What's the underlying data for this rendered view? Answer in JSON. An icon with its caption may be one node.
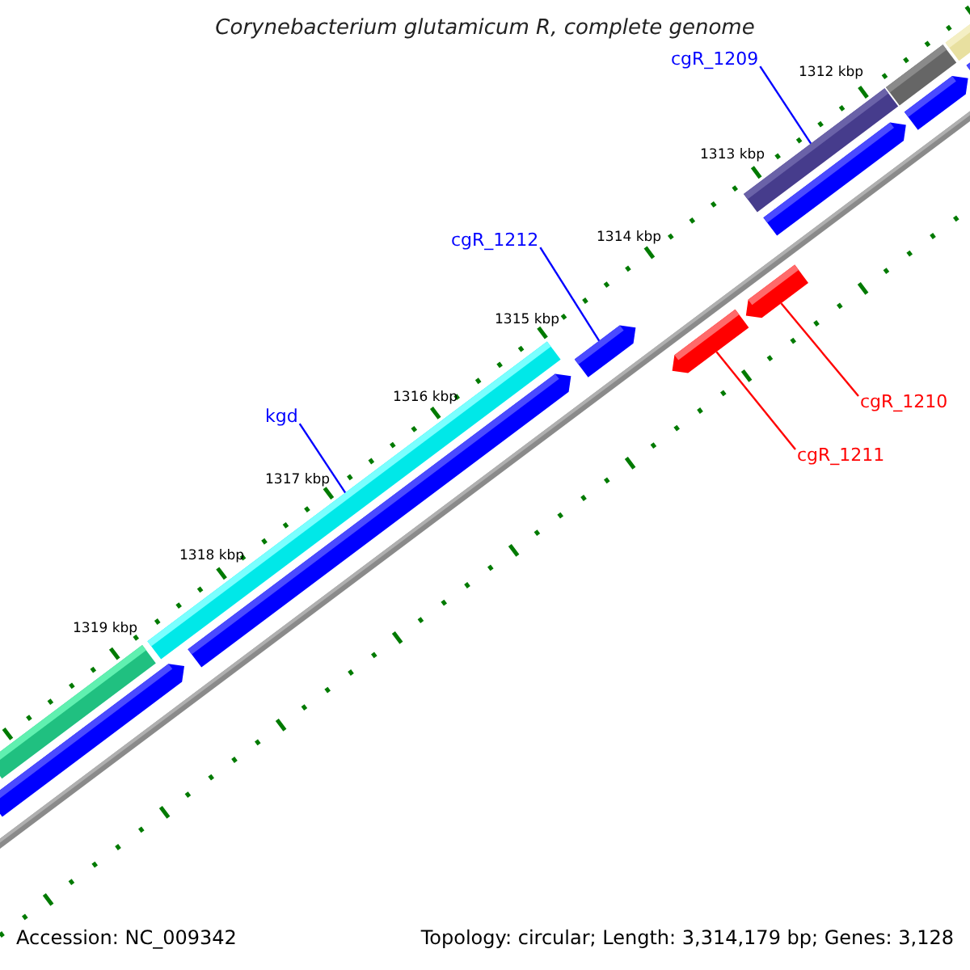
{
  "diagram": {
    "title": "Corynebacterium glutamicum R, complete genome",
    "nodes": [
      {
        "text": [
          "cgR_1209"
        ]
      },
      {
        "text": [],
        "shape": "bar"
      },
      {
        "text": [
          "cgR_1212"
        ]
      },
      {
        "text": [],
        "shape": "arrow"
      },
      {
        "text": [
          "kgd"
        ]
      },
      {
        "text": [],
        "shape": "bar"
      },
      {
        "text": [
          "cgR_1210"
        ]
      },
      {
        "text": [],
        "shape": "arrow"
      },
      {
        "text": [
          "cgR_1211"
        ]
      },
      {
        "text": [],
        "shape": "arrow"
      },
      {
        "text": [],
        "shape": "bar"
      },
      {
        "text": [],
        "shape": "arrow"
      },
      {
        "text": [],
        "shape": "arrow"
      },
      {
        "text": [],
        "shape": "arrow"
      },
      {
        "text": [],
        "shape": "bar"
      },
      {
        "text": [],
        "shape": "arrow"
      },
      {
        "text": [],
        "shape": "bar"
      },
      {
        "text": [],
        "shape": "arrow"
      }
    ],
    "edges": [
      {
        "from": 0,
        "to": 1,
        "arrow": "none"
      },
      {
        "from": 2,
        "to": 3,
        "arrow": "none"
      },
      {
        "from": 4,
        "to": 5,
        "arrow": "none"
      },
      {
        "from": 6,
        "to": 7,
        "arrow": "none",
        "color": "#ff0000"
      },
      {
        "from": 8,
        "to": 9,
        "arrow": "none",
        "color": "#ff0000"
      }
    ],
    "labels": [
      "1312 kbp",
      "1313 kbp",
      "1314 kbp",
      "1315 kbp",
      "1316 kbp",
      "1317 kbp",
      "1318 kbp",
      "1319 kbp",
      "Accession: NC_009342",
      "Topology: circular; Length: 3,314,179 bp; Genes: 3,128"
    ]
  }
}
